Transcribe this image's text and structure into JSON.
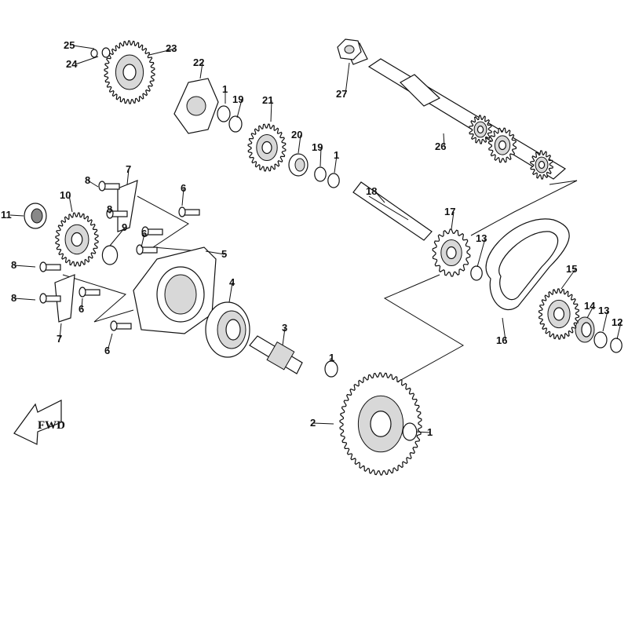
{
  "diagram": {
    "type": "exploded-parts-diagram",
    "direction_marker": "FWD",
    "callouts": [
      "25",
      "24",
      "23",
      "22",
      "1",
      "19",
      "21",
      "20",
      "19",
      "1",
      "27",
      "26",
      "18",
      "17",
      "13",
      "15",
      "14",
      "13",
      "12",
      "16",
      "7",
      "8",
      "6",
      "10",
      "11",
      "8",
      "9",
      "6",
      "5",
      "8",
      "4",
      "8",
      "6",
      "7",
      "6",
      "3",
      "1",
      "2",
      "1"
    ]
  }
}
